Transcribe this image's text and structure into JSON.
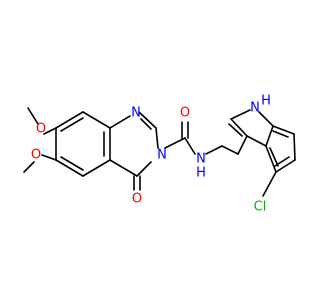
{
  "colors": {
    "background": "#ffffff",
    "bond": "#000000",
    "oxygen": "#ff0000",
    "nitrogen": "#0000ff",
    "chlorine": "#00b200",
    "carbon": "#000000"
  },
  "atoms": [
    {
      "id": "O_top_methoxy",
      "label": "O",
      "element": "O"
    },
    {
      "id": "O_mid_methoxy",
      "label": "O",
      "element": "O"
    },
    {
      "id": "N_ring_top",
      "label": "N",
      "element": "N"
    },
    {
      "id": "N_ring_amide",
      "label": "N",
      "element": "N"
    },
    {
      "id": "O_ring_carbonyl",
      "label": "O",
      "element": "O"
    },
    {
      "id": "O_side_carbonyl",
      "label": "O",
      "element": "O"
    },
    {
      "id": "N_amide",
      "label": "N",
      "element": "N"
    },
    {
      "id": "H_amide",
      "label": "H",
      "element": "N"
    },
    {
      "id": "N_indole",
      "label": "H",
      "element": "N"
    },
    {
      "id": "N_indole_n",
      "label": "N",
      "element": "N"
    },
    {
      "id": "Cl",
      "label": "Cl",
      "element": "Cl"
    }
  ]
}
